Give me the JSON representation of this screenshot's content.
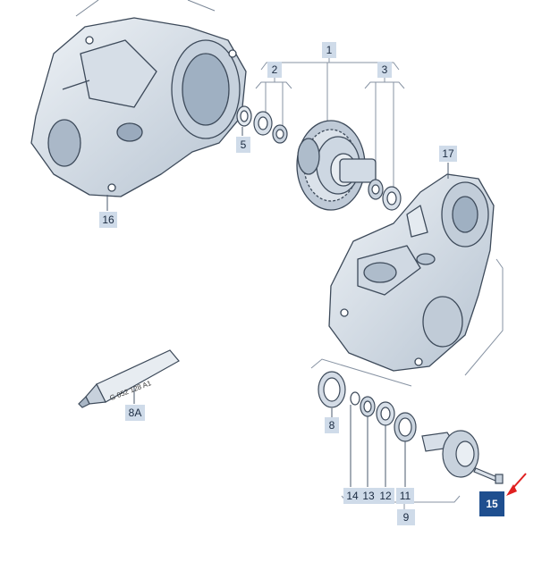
{
  "callouts": {
    "c1": "1",
    "c2": "2",
    "c3": "3",
    "c5": "5",
    "c8": "8",
    "c8A": "8A",
    "c9": "9",
    "c11": "11",
    "c12": "12",
    "c13": "13",
    "c14": "14",
    "c15": "15",
    "c16": "16",
    "c17": "17"
  },
  "tube_label": "G 052 128 A1",
  "colors": {
    "line": "#4a5a6e",
    "part_fill": "#dfe6ee",
    "part_shade": "#b9c6d4",
    "label_bg": "#cfdbe9",
    "highlight_bg": "#1f4f8f",
    "arrow": "#e02020"
  }
}
